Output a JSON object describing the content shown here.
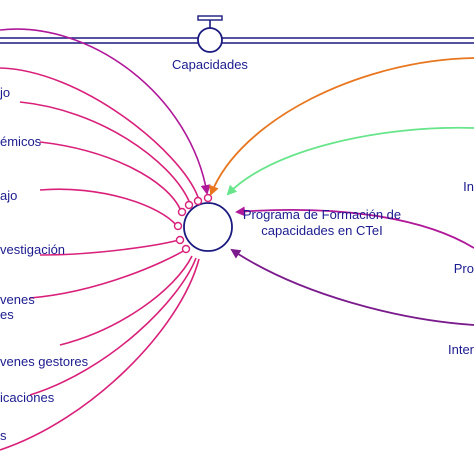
{
  "diagram": {
    "flow_label": "Capacidades",
    "stock_label_line1": "Programa de Formación de",
    "stock_label_line2": "capacidades en CTeI",
    "left_labels": [
      "jo",
      "émicos",
      "ajo",
      "vestigación",
      "venes",
      "es",
      "venes gestores",
      "icaciones",
      "s"
    ],
    "right_labels": [
      "In",
      "Pro",
      "Inter"
    ]
  },
  "colors": {
    "pink": "#d9207a",
    "magenta": "#b0189a",
    "orange": "#e8761e",
    "green": "#66e58a",
    "purple": "#7a1a8c",
    "navy": "#1a1a80"
  }
}
